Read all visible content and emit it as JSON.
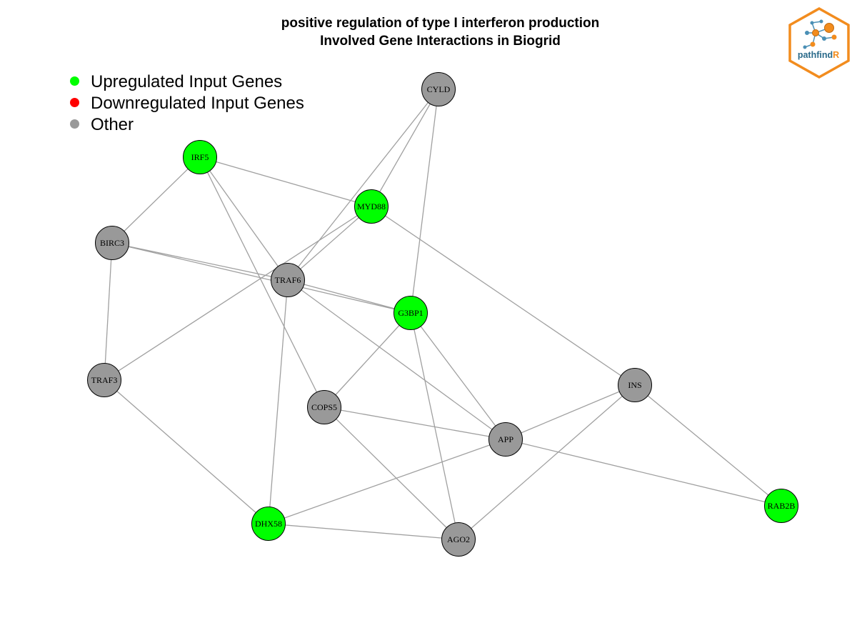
{
  "title": {
    "line1": "positive regulation of type I interferon production",
    "line2": "Involved Gene Interactions in Biogrid"
  },
  "legend": [
    {
      "label": "Upregulated Input Genes",
      "color": "#00ff00"
    },
    {
      "label": "Downregulated Input Genes",
      "color": "#ff0000"
    },
    {
      "label": "Other",
      "color": "#999999"
    }
  ],
  "logo": {
    "text_main": "pathfind",
    "text_accent": "R",
    "border_color": "#f28c1e",
    "text_color": "#2a6a8a"
  },
  "colors": {
    "up": "#00ff00",
    "down": "#ff0000",
    "other": "#999999",
    "edge": "#a0a0a0"
  },
  "nodes": [
    {
      "id": "CYLD",
      "status": "other"
    },
    {
      "id": "IRF5",
      "status": "up"
    },
    {
      "id": "MYD88",
      "status": "up"
    },
    {
      "id": "BIRC3",
      "status": "other"
    },
    {
      "id": "TRAF6",
      "status": "other"
    },
    {
      "id": "G3BP1",
      "status": "up"
    },
    {
      "id": "TRAF3",
      "status": "other"
    },
    {
      "id": "INS",
      "status": "other"
    },
    {
      "id": "COPS5",
      "status": "other"
    },
    {
      "id": "APP",
      "status": "other"
    },
    {
      "id": "RAB2B",
      "status": "up"
    },
    {
      "id": "DHX58",
      "status": "up"
    },
    {
      "id": "AGO2",
      "status": "other"
    }
  ],
  "edges": [
    [
      "IRF5",
      "BIRC3"
    ],
    [
      "IRF5",
      "MYD88"
    ],
    [
      "IRF5",
      "TRAF6"
    ],
    [
      "IRF5",
      "COPS5"
    ],
    [
      "CYLD",
      "MYD88"
    ],
    [
      "CYLD",
      "TRAF6"
    ],
    [
      "CYLD",
      "G3BP1"
    ],
    [
      "MYD88",
      "TRAF6"
    ],
    [
      "MYD88",
      "TRAF3"
    ],
    [
      "MYD88",
      "INS"
    ],
    [
      "BIRC3",
      "TRAF6"
    ],
    [
      "BIRC3",
      "G3BP1"
    ],
    [
      "BIRC3",
      "TRAF3"
    ],
    [
      "TRAF6",
      "G3BP1"
    ],
    [
      "TRAF6",
      "APP"
    ],
    [
      "TRAF6",
      "DHX58"
    ],
    [
      "G3BP1",
      "COPS5"
    ],
    [
      "G3BP1",
      "APP"
    ],
    [
      "G3BP1",
      "AGO2"
    ],
    [
      "TRAF3",
      "DHX58"
    ],
    [
      "COPS5",
      "APP"
    ],
    [
      "COPS5",
      "AGO2"
    ],
    [
      "APP",
      "INS"
    ],
    [
      "APP",
      "DHX58"
    ],
    [
      "APP",
      "RAB2B"
    ],
    [
      "INS",
      "AGO2"
    ],
    [
      "INS",
      "RAB2B"
    ],
    [
      "DHX58",
      "AGO2"
    ]
  ]
}
